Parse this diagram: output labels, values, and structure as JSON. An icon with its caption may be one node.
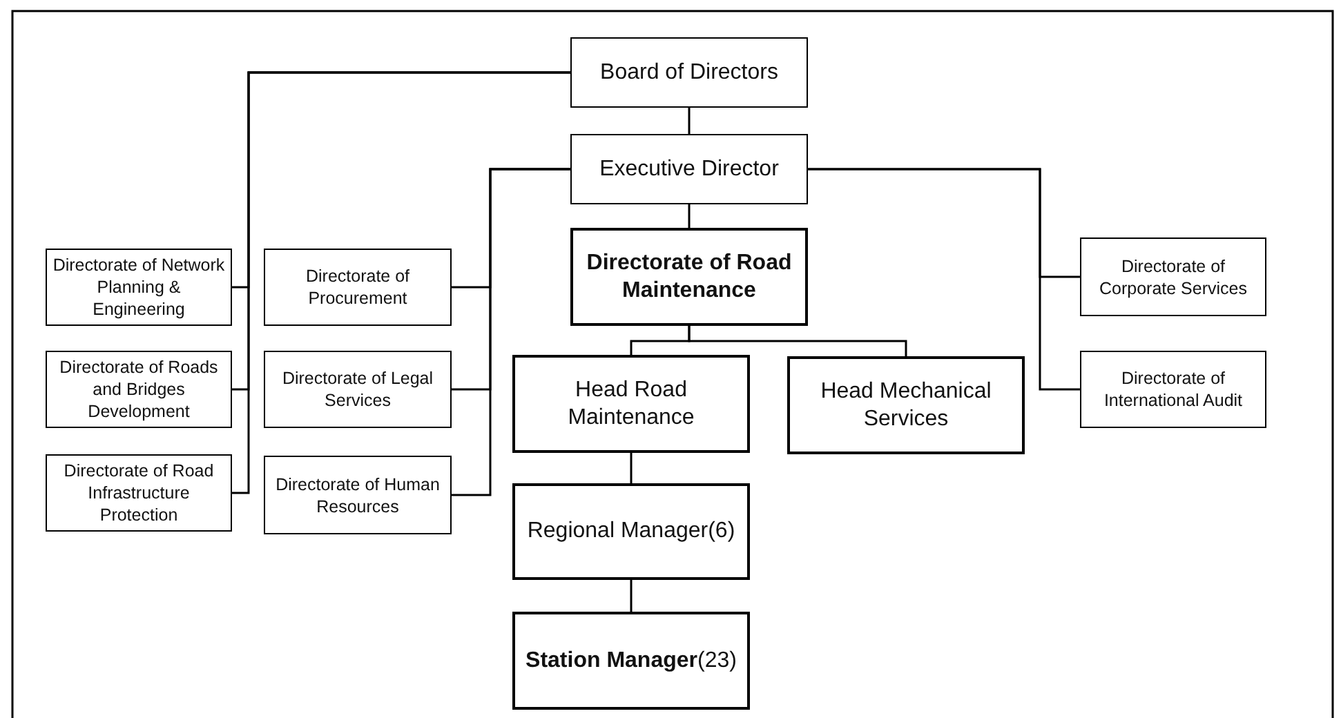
{
  "diagram": {
    "nodes": [
      {
        "text": [
          "Board of Directors"
        ]
      },
      {
        "text": [
          "Executive Director"
        ]
      },
      {
        "text": [
          "Directorate of Road Maintenance"
        ]
      },
      {
        "text": [
          "Head Road Maintenance"
        ]
      },
      {
        "text": [
          "Head Mechanical Services"
        ]
      },
      {
        "text": [
          "Regional Manager(6)"
        ]
      },
      {
        "text": [
          "**Station Manager**(23)"
        ]
      },
      {
        "text": [
          "Directorate of Network Planning & Engineering"
        ]
      },
      {
        "text": [
          "Directorate of Roads and Bridges Development"
        ]
      },
      {
        "text": [
          "Directorate of Road Infrastructure Protection"
        ]
      },
      {
        "text": [
          "Directorate of Procurement"
        ]
      },
      {
        "text": [
          "Directorate of Legal Services"
        ]
      },
      {
        "text": [
          "Directorate of Human Resources"
        ]
      },
      {
        "text": [
          "Directorate of Corporate Services"
        ]
      },
      {
        "text": [
          "Directorate of International Audit"
        ]
      }
    ],
    "edges": [
      {
        "from": 0,
        "to": 1,
        "arrow": "none"
      },
      {
        "from": 0,
        "to": 7,
        "arrow": "none"
      },
      {
        "from": 0,
        "to": 8,
        "arrow": "none"
      },
      {
        "from": 0,
        "to": 9,
        "arrow": "none"
      },
      {
        "from": 1,
        "to": 10,
        "arrow": "none"
      },
      {
        "from": 1,
        "to": 11,
        "arrow": "none"
      },
      {
        "from": 1,
        "to": 12,
        "arrow": "none"
      },
      {
        "from": 1,
        "to": 13,
        "arrow": "none"
      },
      {
        "from": 1,
        "to": 14,
        "arrow": "none"
      },
      {
        "from": 1,
        "to": 2,
        "arrow": "none"
      },
      {
        "from": 2,
        "to": 3,
        "arrow": "none"
      },
      {
        "from": 2,
        "to": 4,
        "arrow": "none"
      },
      {
        "from": 3,
        "to": 5,
        "arrow": "none"
      },
      {
        "from": 5,
        "to": 6,
        "arrow": "none"
      }
    ]
  }
}
